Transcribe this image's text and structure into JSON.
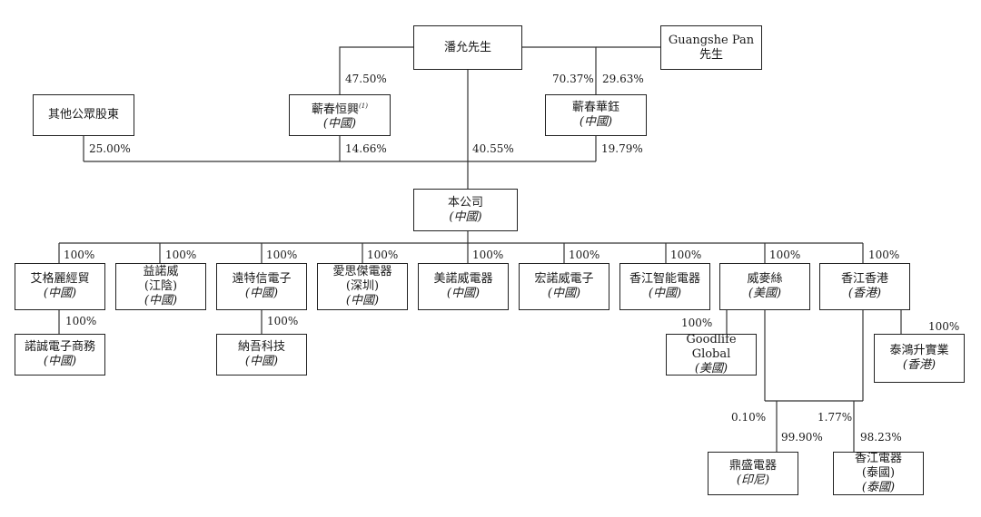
{
  "entities": {
    "pan": {
      "name": "潘允先生"
    },
    "guangshe": {
      "name": "Guangshe Pan",
      "sub": "先生"
    },
    "others": {
      "name": "其他公眾股東"
    },
    "hengxing": {
      "name": "蘄春恒興",
      "note": "(1)",
      "sub": "(中國)"
    },
    "huayu": {
      "name": "蘄春華鈺",
      "sub": "(中國)"
    },
    "company": {
      "name": "本公司",
      "sub": "(中國)"
    },
    "aige": {
      "name": "艾格麗經貿",
      "sub": "(中國)"
    },
    "yinuo": {
      "name": "益諾威",
      "sub1": "(江陰)",
      "sub": "(中國)"
    },
    "yuante": {
      "name": "遠特信電子",
      "sub": "(中國)"
    },
    "aisijie": {
      "name": "愛思傑電器",
      "sub1": "(深圳)",
      "sub": "(中國)"
    },
    "meinuo": {
      "name": "美諾威電器",
      "sub": "(中國)"
    },
    "hongnuo": {
      "name": "宏諾威電子",
      "sub": "(中國)"
    },
    "xiangjiang_smart": {
      "name": "香江智能電器",
      "sub": "(中國)"
    },
    "weimaisi": {
      "name": "威麥絲",
      "sub": "(美國)"
    },
    "xiangjiang_hk": {
      "name": "香江香港",
      "sub": "(香港)"
    },
    "nuocheng": {
      "name": "諾誠電子商務",
      "sub": "(中國)"
    },
    "nawu": {
      "name": "納吾科技",
      "sub": "(中國)"
    },
    "goodlife": {
      "name": "Goodlife Global",
      "sub": "(美國)"
    },
    "taihong": {
      "name": "泰鴻升實業",
      "sub": "(香港)"
    },
    "dingsheng": {
      "name": "鼎盛電器",
      "sub": "(印尼)"
    },
    "xiangjiang_th": {
      "name": "香江電器",
      "sub1": "(泰國)",
      "sub": "(泰國)"
    }
  },
  "percentages": {
    "pan_hengxing": "47.50%",
    "guangshe_huayu_a": "70.37%",
    "guangshe_huayu_b": "29.63%",
    "others_company": "25.00%",
    "hengxing_company": "14.66%",
    "pan_company": "40.55%",
    "huayu_company": "19.79%",
    "aige": "100%",
    "yinuo": "100%",
    "yuante": "100%",
    "aisijie": "100%",
    "meinuo": "100%",
    "hongnuo": "100%",
    "xiangjiang_smart": "100%",
    "weimaisi": "100%",
    "xiangjiang_hk": "100%",
    "nuocheng": "100%",
    "nawu": "100%",
    "goodlife": "100%",
    "taihong": "100%",
    "dingsheng_a": "0.10%",
    "dingsheng_b": "99.90%",
    "xiangjiang_th_a": "1.77%",
    "xiangjiang_th_b": "98.23%"
  }
}
